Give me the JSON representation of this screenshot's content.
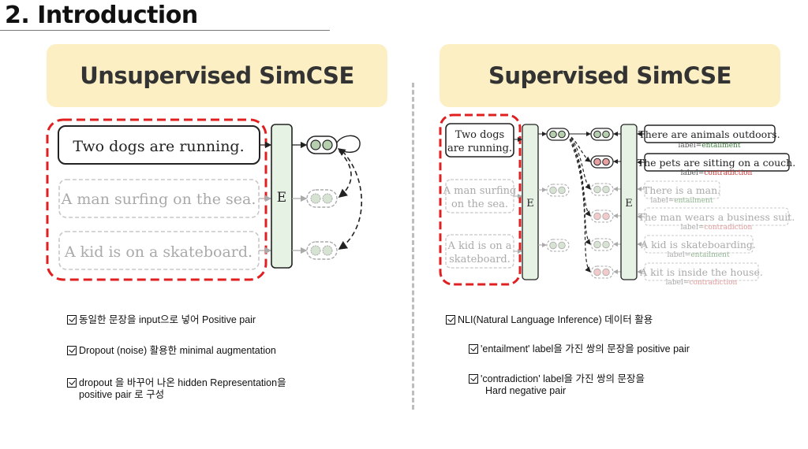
{
  "slide": {
    "title": "2. Introduction"
  },
  "left": {
    "banner": "Unsupervised SimCSE",
    "diagram": {
      "sentences": [
        "Two dogs are running.",
        "A man surfing on the sea.",
        "A kid is on a skateboard."
      ],
      "encoder": "E"
    },
    "bullets": [
      {
        "text": "동일한 문장을 input으로 넣어  Positive pair"
      },
      {
        "text": "Dropout (noise) 활용한 minimal augmentation"
      },
      {
        "text": "dropout 을 바꾸어 나온 hidden Representation을",
        "text2": "positive pair 로 구성"
      }
    ]
  },
  "right": {
    "banner": "Supervised SimCSE",
    "diagram": {
      "encoder": "E",
      "inputs": [
        {
          "l1": "Two dogs",
          "l2": "are running."
        },
        {
          "l1": "A man surfing",
          "l2": "on the sea."
        },
        {
          "l1": "A kid is on a",
          "l2": "skateboard."
        }
      ],
      "label_prefix": "label=",
      "pairs": [
        {
          "sentence": "There are animals outdoors.",
          "label": "entailment"
        },
        {
          "sentence": "The pets are sitting on a couch.",
          "label": "contradiction"
        },
        {
          "sentence": "There is a man.",
          "label": "entailment"
        },
        {
          "sentence": "The man wears a business suit.",
          "label": "contradiction"
        },
        {
          "sentence": "A kid is skateboarding.",
          "label": "entailment"
        },
        {
          "sentence": "A kit is inside the house.",
          "label": "contradiction"
        }
      ]
    },
    "bullets": [
      {
        "text": "NLI(Natural Language Inference) 데이터 활용"
      },
      {
        "text": "'entailment' label을 가진 쌍의 문장을 positive pair"
      },
      {
        "text": "'contradiction' label을 가진 쌍의 문장을",
        "text2": "Hard negative pair"
      }
    ]
  },
  "colors": {
    "banner": "#fcefc4",
    "highlight_dash": "#e02020",
    "encoder": "#e6f2e4",
    "capsule_green": "#b5cfae",
    "capsule_red": "#e8a0a0",
    "contradiction": "#cc3333",
    "entailment": "#3b7a3b"
  }
}
